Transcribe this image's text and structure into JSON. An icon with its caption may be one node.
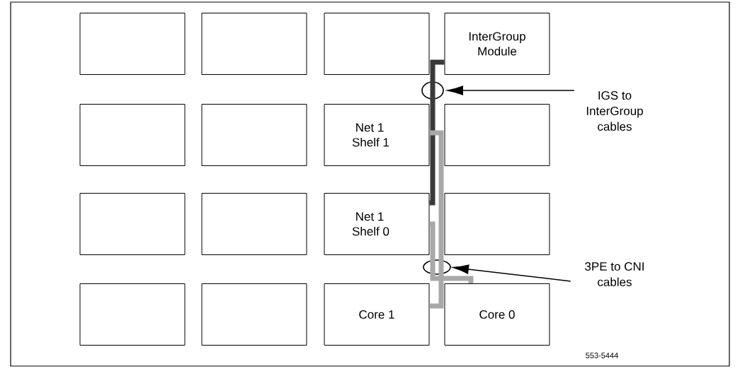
{
  "diagram": {
    "nodes": [
      {
        "text": [],
        "shape": "box"
      },
      {
        "text": [],
        "shape": "box"
      },
      {
        "text": [],
        "shape": "box"
      },
      {
        "text": [
          "InterGroup Module"
        ]
      },
      {
        "text": [
          "IGS to InterGroup cables"
        ]
      },
      {
        "text": [],
        "shape": "box"
      },
      {
        "text": [],
        "shape": "box"
      },
      {
        "text": [
          "Net 1 Shelf 1"
        ]
      },
      {
        "text": [],
        "shape": "box"
      },
      {
        "text": [],
        "shape": "box"
      },
      {
        "text": [],
        "shape": "box"
      },
      {
        "text": [
          "Net 1 Shelf 0"
        ]
      },
      {
        "text": [],
        "shape": "box"
      },
      {
        "text": [
          "3PE to CNI cables"
        ]
      },
      {
        "text": [],
        "shape": "box"
      },
      {
        "text": [],
        "shape": "box"
      },
      {
        "text": [
          "Core 1"
        ]
      },
      {
        "text": [
          "Core 0"
        ]
      }
    ],
    "edges": [
      {
        "from": 11,
        "to": 3,
        "arrow": "none",
        "color": "#3a3a3a"
      },
      {
        "from": 7,
        "to": 16,
        "arrow": "none",
        "color": "#a8a8a8"
      },
      {
        "from": 11,
        "to": 17,
        "arrow": "none",
        "color": "#a8a8a8"
      },
      {
        "from": 4,
        "to": null,
        "arrow": "to",
        "color": "#000000"
      },
      {
        "from": 13,
        "to": null,
        "arrow": "to",
        "color": "#000000"
      }
    ],
    "labels": [
      "553-5444"
    ]
  }
}
